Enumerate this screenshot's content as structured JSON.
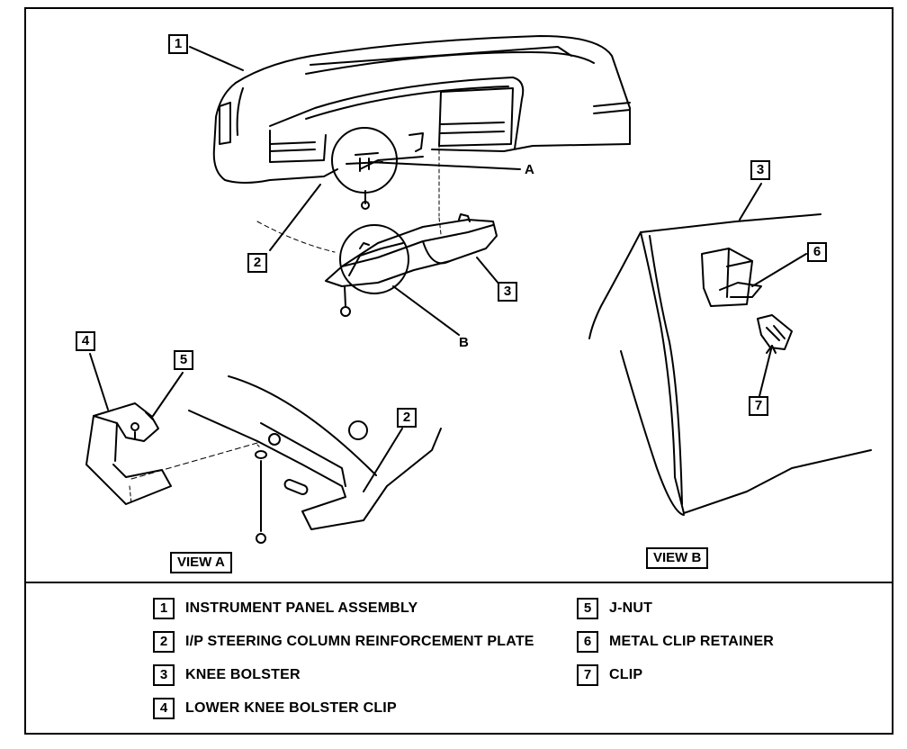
{
  "callouts": {
    "c1": "1",
    "c2a": "2",
    "c3a": "3",
    "c3b": "3",
    "c4": "4",
    "c5": "5",
    "c2b": "2",
    "c6": "6",
    "c7": "7"
  },
  "letters": {
    "a": "A",
    "b": "B"
  },
  "views": {
    "view_a": "VIEW A",
    "view_b": "VIEW B"
  },
  "legend": [
    {
      "num": "1",
      "text": "INSTRUMENT PANEL ASSEMBLY"
    },
    {
      "num": "2",
      "text": "I/P STEERING COLUMN REINFORCEMENT PLATE"
    },
    {
      "num": "3",
      "text": "KNEE BOLSTER"
    },
    {
      "num": "4",
      "text": "LOWER KNEE BOLSTER CLIP"
    },
    {
      "num": "5",
      "text": "J-NUT"
    },
    {
      "num": "6",
      "text": "METAL CLIP RETAINER"
    },
    {
      "num": "7",
      "text": "CLIP"
    }
  ]
}
